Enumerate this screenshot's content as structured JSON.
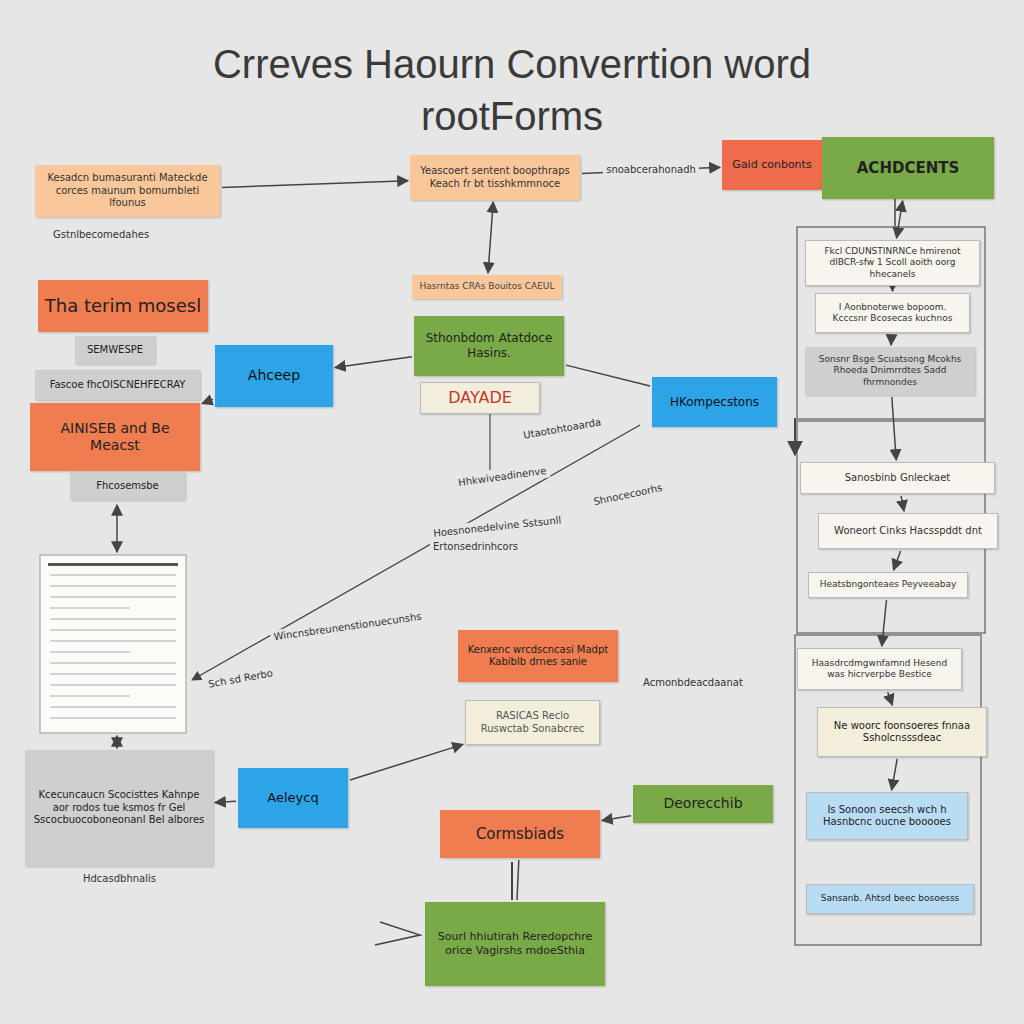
{
  "diagram": {
    "title": "Crreves Haourn Converrtion word rootForms",
    "nodes": [
      {
        "text": [
          "Kesadcn bumasuranti Mateckde corces maunum bomumbleti lfounus"
        ]
      },
      {
        "text": [
          "Yeascoert sentent boopthraps Keach fr bt tisshkmmnoce"
        ]
      },
      {
        "text": [
          "Gaid conbonts"
        ]
      },
      {
        "text": [
          "ACHDCENTS"
        ]
      },
      {
        "text": [
          "Tha terim mosesl"
        ]
      },
      {
        "text": [
          "SEMWESPE"
        ]
      },
      {
        "text": [
          "Fascoe fhcOISCNEHFECRAY"
        ]
      },
      {
        "text": [
          "AINISEB and Be Meacst"
        ]
      },
      {
        "text": [
          "Fhcosemsbe"
        ]
      },
      {
        "text": [
          "Ahceep"
        ]
      },
      {
        "text": [
          "Hasrntas CRAs Bouitos CAEUL"
        ]
      },
      {
        "text": [
          "Sthonbdom Atatdoce Hasins."
        ]
      },
      {
        "text": [
          "DAYADE"
        ]
      },
      {
        "text": [
          "HKompecstons"
        ]
      },
      {
        "text": [
          "Kcecuncaucn Scocisttes Kahnpe aor rodos tue ksmos fr Gel Sscocbuocoboneonanl Bel albores"
        ]
      },
      {
        "text": [
          "Aeleycq"
        ]
      },
      {
        "text": [
          "Kenxenc wrcdscncasi Madpt Kabiblb drnes sanie"
        ]
      },
      {
        "text": [
          "RASICAS Reclo Ruswctab Sonabcrec"
        ]
      },
      {
        "text": [
          "Cormsbiads"
        ]
      },
      {
        "text": [
          "Sourl hhiutirah Reredopchre orice Vagirshs mdoeSthia"
        ]
      },
      {
        "text": [
          "Deorecchib"
        ]
      },
      {
        "text": [
          "Fkcl CDUNSTINRNCe hmirenot dlBCR-sfw 1 Scoll aoith oorg hhecanels"
        ]
      },
      {
        "text": [
          "I Aonbnoterwe bopoom. Kcccsnr Bcosecas kuchnos"
        ]
      },
      {
        "text": [
          "Sonsnr Bsge Scuatsong Mcokhs Rhoeda Dnimrrdtes Sadd fhrmnondes"
        ]
      },
      {
        "text": [
          "Sanosbinb Gnleckaet"
        ]
      },
      {
        "text": [
          "Woneort Cinks Hacsspddt dnt"
        ]
      },
      {
        "text": [
          "Heatsbngonteaes Peyveeabay"
        ]
      },
      {
        "text": [
          "Haasdrcdmgwnfamnd Hesend was hicrverpbe Bestice"
        ]
      },
      {
        "text": [
          "Ne woorc foonsoeres fnnaa Ssholcnsssdeac"
        ]
      },
      {
        "text": [
          "Is Sonoon seecsh wch h Hasnbcnc oucne booooes"
        ]
      },
      {
        "text": [
          "Sansanb. Ahtsd beec bosoesss"
        ]
      }
    ],
    "edges": [
      {
        "from": 0,
        "to": 1,
        "arrow": "to"
      },
      {
        "from": 1,
        "to": 2,
        "label": "snoabcerahonadh",
        "arrow": "to"
      },
      {
        "from": 3,
        "to": 2,
        "arrow": "to"
      },
      {
        "from": 1,
        "to": 10,
        "arrow": "both"
      },
      {
        "from": 3,
        "to": 21,
        "arrow": "both"
      },
      {
        "from": 21,
        "to": 22,
        "arrow": "to"
      },
      {
        "from": 22,
        "to": 23,
        "arrow": "to"
      },
      {
        "from": 23,
        "to": 24,
        "arrow": "to"
      },
      {
        "from": 24,
        "to": 25,
        "arrow": "to"
      },
      {
        "from": 25,
        "to": 26,
        "arrow": "to"
      },
      {
        "from": 26,
        "to": 27,
        "arrow": "to"
      },
      {
        "from": 27,
        "to": 28,
        "arrow": "to"
      },
      {
        "from": 28,
        "to": 29,
        "arrow": "to"
      },
      {
        "from": 9,
        "to": 7,
        "arrow": "to"
      },
      {
        "from": 11,
        "to": 9,
        "arrow": "to"
      },
      {
        "from": 11,
        "to": 13,
        "arrow": "none"
      },
      {
        "from": 15,
        "to": 14,
        "arrow": "to"
      },
      {
        "from": 15,
        "to": 17,
        "arrow": "to"
      },
      {
        "from": 18,
        "to": 19,
        "arrow": "none"
      },
      {
        "from": 20,
        "to": 18,
        "arrow": "to"
      }
    ],
    "labels": [
      "Gstnlbecomedahes",
      "Hhkwiveadinenve",
      "Utaotohtoaarda",
      "Hoesnonedelvine Sstsunll",
      "Shnocecoorhs",
      "Ertonsedrinhcors",
      "Wincnsbreunenstionuecunshs",
      "Sch sd Rerbo",
      "Acmonbdeacdaanat",
      "Hdcasdbhnalis"
    ]
  }
}
